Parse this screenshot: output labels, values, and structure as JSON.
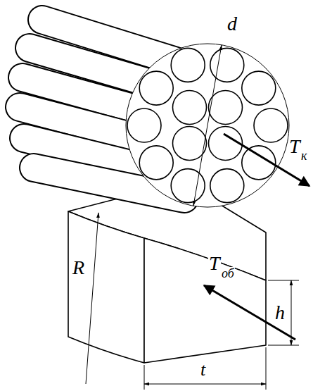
{
  "diagram": {
    "labels": [
      "d",
      "T",
      "к",
      "R",
      "h",
      "T",
      "об",
      "t"
    ]
  }
}
